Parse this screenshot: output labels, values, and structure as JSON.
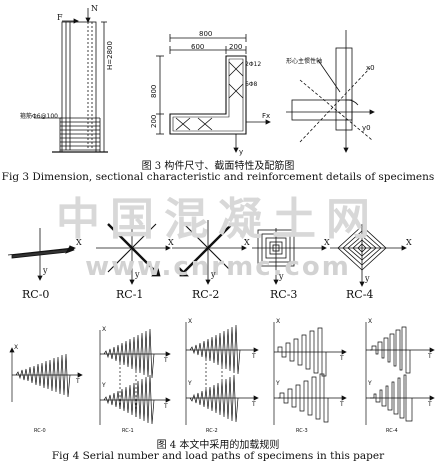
{
  "fig3": {
    "caption_cn": "图 3  构件尺寸、截面特性及配筋图",
    "caption_en": "Fig 3 Dimension, sectional characteristic and reinforcement details of specimens",
    "col_F": "F",
    "col_N": "N",
    "col_H": "H=2800",
    "col_hoop": "箍筋Φ6@100",
    "sec_w_total": "800",
    "sec_w_600": "600",
    "sec_w_200": "200",
    "sec_h": "800",
    "sec_h2": "200",
    "sec_rebar1": "2Φ12",
    "sec_rebar2": "6Φ8",
    "sec_Fx": "Fx",
    "sec_y": "y",
    "axis_label": "形心主惯性轴",
    "axis_x0": "x0",
    "axis_y0": "y0"
  },
  "fig4": {
    "caption_cn": "图 4    本文中采用的加载规则",
    "caption_en": "Fig 4 Serial number and load paths of specimens in this paper"
  },
  "paths": [
    {
      "name": "RC-0",
      "x": "X",
      "y": "y"
    },
    {
      "name": "RC-1",
      "x": "X",
      "y": "y"
    },
    {
      "name": "RC-2",
      "x": "X",
      "y": "y"
    },
    {
      "name": "RC-3",
      "x": "X",
      "y": "y"
    },
    {
      "name": "RC-4",
      "x": "X",
      "y": "y"
    }
  ],
  "histories": [
    {
      "name": "RC-0",
      "axes": [
        "X",
        "T"
      ]
    },
    {
      "name": "RC-1",
      "axes": [
        "X",
        "T",
        "Y",
        "T"
      ]
    },
    {
      "name": "RC-2",
      "axes": [
        "X",
        "T",
        "Y",
        "T"
      ]
    },
    {
      "name": "RC-3",
      "axes": [
        "X",
        "T",
        "Y",
        "T"
      ]
    },
    {
      "name": "RC-4",
      "axes": [
        "X",
        "T",
        "Y",
        "T"
      ]
    }
  ],
  "watermark": {
    "cn": "中国混凝土网",
    "url": "www.cnrmc.com"
  }
}
